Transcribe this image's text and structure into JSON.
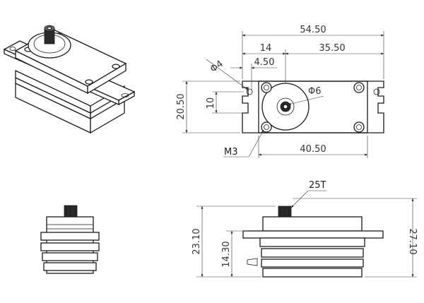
{
  "drawing": {
    "top_view": {
      "overall_length": "54.50",
      "offset_left": "14",
      "hole_span": "35.50",
      "tab_offset": "4.50",
      "hole_dia_label": "Φ4",
      "output_dia_label": "Φ6",
      "body_height": "20.50",
      "hole_spacing": "10",
      "body_length": "40.50",
      "screw_label": "M3"
    },
    "side_view": {
      "height_body": "23.10",
      "height_tab": "14.30",
      "height_overall": "27.10",
      "spline_label": "25T"
    }
  }
}
